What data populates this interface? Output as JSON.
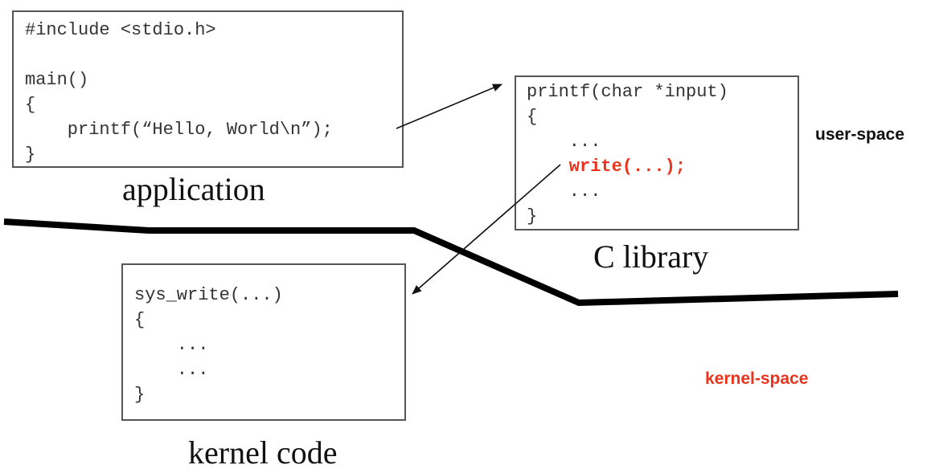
{
  "application": {
    "caption": "application",
    "code_lines": [
      "#include <stdio.h>",
      "",
      "main()",
      "{",
      "    printf(“Hello, World\\n”);",
      "}"
    ]
  },
  "c_library": {
    "caption": "C library",
    "code_lines": [
      "printf(char *input)",
      "{",
      "    ...",
      "    write(...);",
      "    ...",
      "}"
    ],
    "highlight_line_index": 3
  },
  "kernel": {
    "caption": "kernel code",
    "code_lines": [
      "sys_write(...)",
      "{",
      "    ...",
      "    ...",
      "}"
    ]
  },
  "labels": {
    "user_space": "user-space",
    "kernel_space": "kernel-space"
  },
  "colors": {
    "highlight": "#e8341c",
    "kernel_space": "#e8341c",
    "user_space": "#111111",
    "box_border": "#555555",
    "boundary_line": "#000000"
  }
}
